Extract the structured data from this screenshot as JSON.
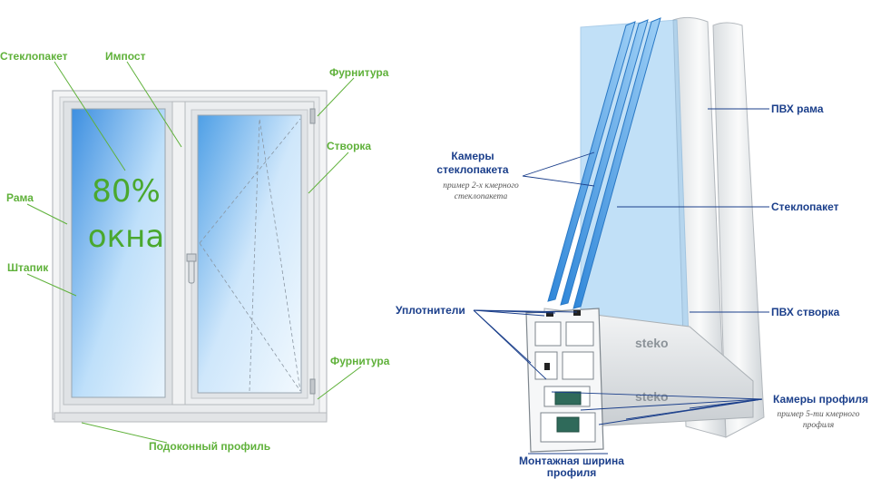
{
  "left_labels": {
    "glass_unit": "Стеклопакет",
    "mullion": "Импост",
    "hardware_top": "Фурнитура",
    "sash": "Створка",
    "frame": "Рама",
    "bead": "Штапик",
    "hardware_bottom": "Фурнитура",
    "sill_profile": "Подоконный профиль"
  },
  "center_text": {
    "percent": "80%",
    "word": "окна"
  },
  "right_labels": {
    "glass_chambers": [
      "Камеры",
      "стеклопакета"
    ],
    "glass_chambers_note": [
      "пример 2-х кмерного",
      "стеклопакета"
    ],
    "pvc_frame": "ПВХ рама",
    "glass_unit": "Стеклопакет",
    "seals": "Уплотнители",
    "pvc_sash": "ПВХ створка",
    "profile_chambers": "Камеры профиля",
    "profile_chambers_note": [
      "пример 5-ти кмерного",
      "профиля"
    ],
    "mount_width": [
      "Монтажная ширина",
      "профиля"
    ]
  },
  "brand": "steko",
  "colors": {
    "green": "#5fb13a",
    "blue_label": "#1b3f8b",
    "glass": "#5aa9e6"
  }
}
